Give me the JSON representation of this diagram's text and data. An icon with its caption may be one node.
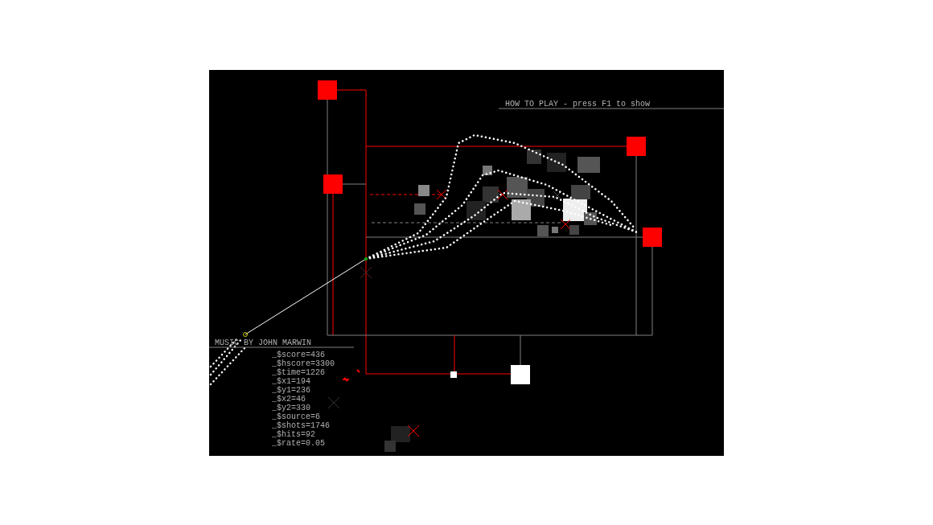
{
  "diagram": {
    "labels": [
      "HOW TO PLAY - press F1 to show",
      "MUSIC BY JOHN MARWIN",
      "_$score=436",
      "_$hscore=3300",
      "_$time=1226",
      "_$x1=194",
      "_$y1=236",
      "_$x2=46",
      "_$y2=330",
      "_$source=6",
      "_$shots=1746",
      "_$hits=92",
      "_$rate=0.05"
    ]
  }
}
